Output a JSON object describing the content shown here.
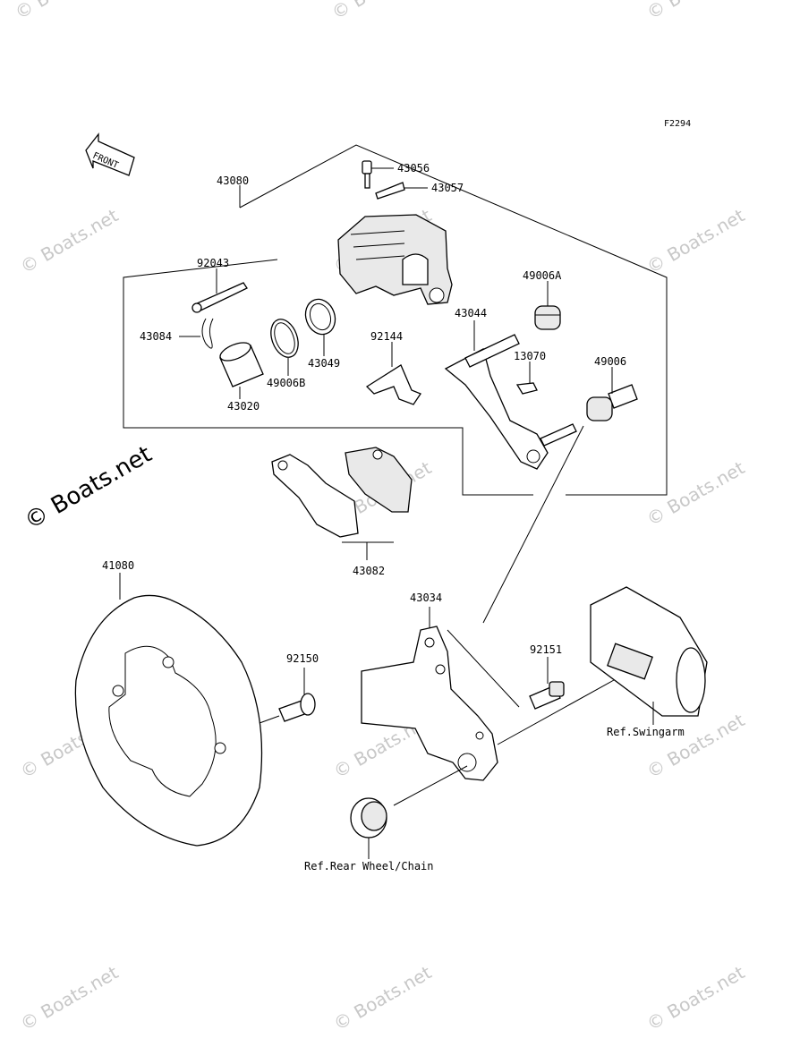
{
  "figure_code": "F2294",
  "front_arrow_label": "FRONT",
  "watermark": "© Boats.net",
  "parts": {
    "p43080": "43080",
    "p43056": "43056",
    "p43057": "43057",
    "p92043": "92043",
    "p43084": "43084",
    "p43049": "43049",
    "p49006B": "49006B",
    "p43020": "43020",
    "p92144": "92144",
    "p49006A": "49006A",
    "p43044": "43044",
    "p13070": "13070",
    "p49006": "49006",
    "p43082": "43082",
    "p41080": "41080",
    "p43034": "43034",
    "p92150": "92150",
    "p92151": "92151"
  },
  "references": {
    "swingarm": "Ref.Swingarm",
    "rear_wheel": "Ref.Rear Wheel/Chain"
  }
}
